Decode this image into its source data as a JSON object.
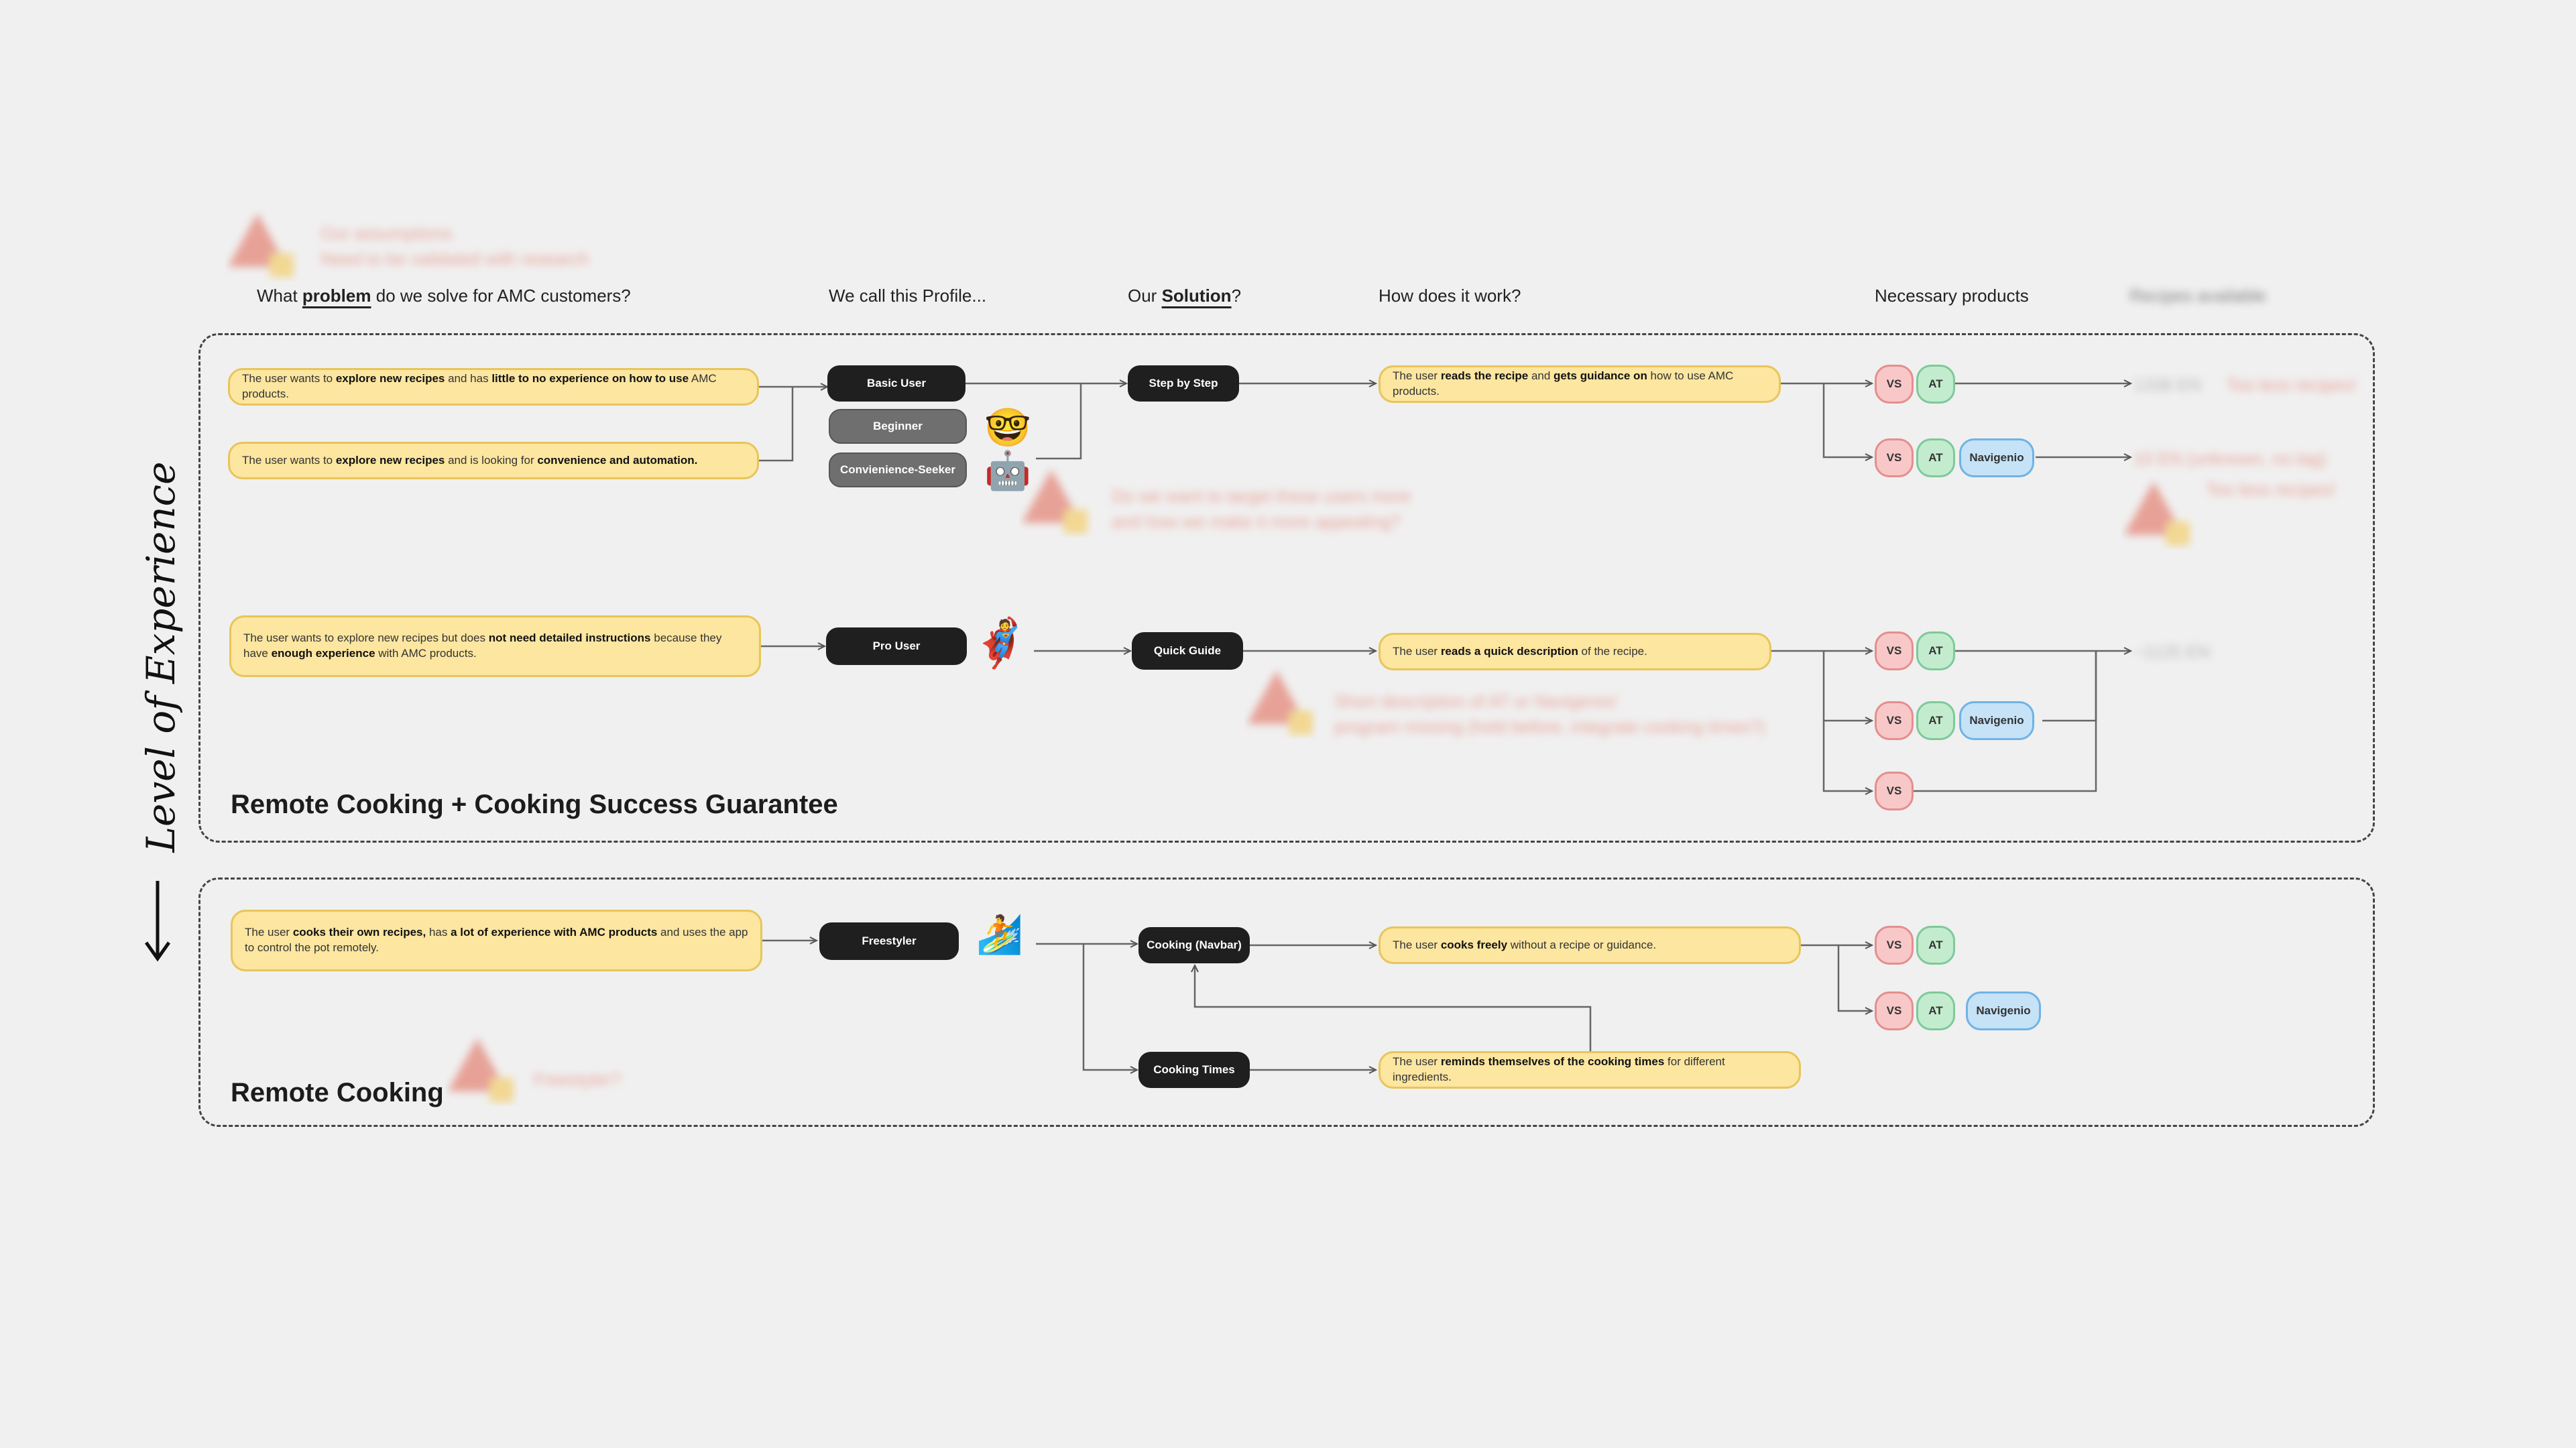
{
  "headers": {
    "problem_pre": "What",
    "problem_bold": "problem",
    "problem_post": "do we solve for AMC customers?",
    "profile": "We call this Profile...",
    "solution_pre": "Our",
    "solution_bold": "Solution",
    "solution_post": "?",
    "how": "How does it work?",
    "products": "Necessary products",
    "recipes": "Recipes available"
  },
  "side_label": "Level of Experience",
  "assumption_note": {
    "line1": "Our assumptions",
    "line2": "Need to be validated with research"
  },
  "section1": {
    "title": "Remote Cooking + Cooking Success Guarantee",
    "problems": {
      "p1": {
        "a": "The user wants to ",
        "b": "explore new recipes",
        "c": " and has ",
        "d": "little to no experience on how to use",
        "e": " AMC products."
      },
      "p2": {
        "a": "The user wants to ",
        "b": "explore new recipes",
        "c": " and is looking for ",
        "d": "convenience and automation."
      },
      "p3": {
        "a": "The user wants to explore new recipes but does ",
        "b": "not need detailed instructions",
        "c": " because they have ",
        "d": "enough experience",
        "e": " with AMC products."
      }
    },
    "profiles": {
      "basic": "Basic User",
      "beginner": "Beginner",
      "convenience": "Convienience-Seeker",
      "pro": "Pro User"
    },
    "solutions": {
      "step": "Step by Step",
      "quick": "Quick Guide"
    },
    "how": {
      "h1": {
        "a": "The user ",
        "b": "reads the recipe",
        "c": " and ",
        "d": "gets guidance on",
        "e": " how to use AMC products."
      },
      "h2": {
        "a": "The user ",
        "b": "reads a quick description",
        "c": " of the recipe."
      }
    },
    "notes": {
      "target": {
        "line1": "Do we want to target these users more",
        "line2": "and how we make it more appealing?"
      },
      "short": {
        "line1": "Short description of AT or Navigenio/",
        "line2": "program missing (hold before, integrate cooking times?)"
      },
      "recipes_a": "1338 EN",
      "recipes_a_note": "Too less recipes!",
      "recipes_b": "10 EN (unknown, no tag)",
      "recipes_b_note": "Too less recipes!",
      "recipes_c": "~1125 EN"
    }
  },
  "section2": {
    "title": "Remote Cooking",
    "problem": {
      "a": "The user ",
      "b": "cooks their own recipes,",
      "c": " has ",
      "d": "a lot of experience with AMC products",
      "e": " and uses the app to control the pot remotely."
    },
    "profile": "Freestyler",
    "solutions": {
      "navbar": "Cooking (Navbar)",
      "times": "Cooking Times"
    },
    "how": {
      "h1": {
        "a": "The user ",
        "b": "cooks freely",
        "c": " without a recipe or guidance."
      },
      "h2": {
        "a": "The user ",
        "b": "reminds themselves of the cooking times",
        "c": " for different ingredients."
      }
    },
    "note": "Freestyler?"
  },
  "products": {
    "vs": "VS",
    "at": "AT",
    "nav": "Navigenio"
  },
  "colors": {
    "vs": "#f8c8c8",
    "at": "#c3ecce",
    "nav": "#c5e2f7",
    "problem_box": "#fce6a0",
    "pill": "#1f1f1f",
    "warning": "#e0624f"
  },
  "emoji": {
    "nerd": "🤓",
    "robot": "🤖",
    "superhero": "🦸",
    "surfer": "🏄"
  }
}
